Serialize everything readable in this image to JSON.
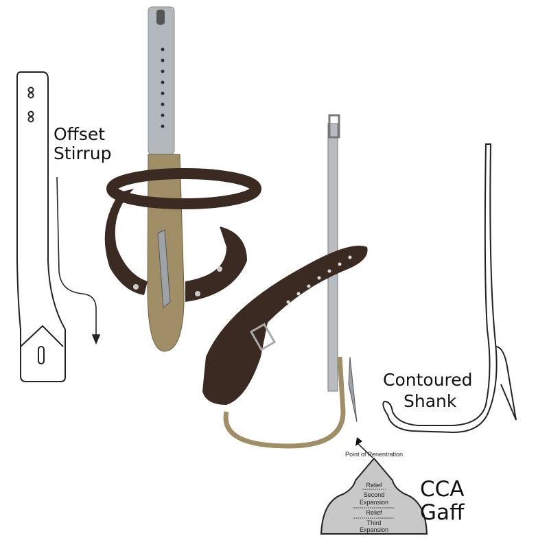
{
  "labels": {
    "offset_stirrup": [
      "Offset",
      "Stirrup"
    ],
    "contoured_shank": [
      "Contoured",
      "Shank"
    ],
    "cca_gaff": [
      "CCA",
      "Gaff"
    ]
  },
  "gaff_diagram": {
    "point": "Point of Penentration",
    "zones": [
      "Relief",
      "Second",
      "Expansion",
      "Relief",
      "Third",
      "Expansion"
    ]
  },
  "colors": {
    "strap": "#3b2a22",
    "bronze": "#a08e66",
    "metal": "#b8bcc0",
    "gaff_fill": "#c8c8c8"
  }
}
